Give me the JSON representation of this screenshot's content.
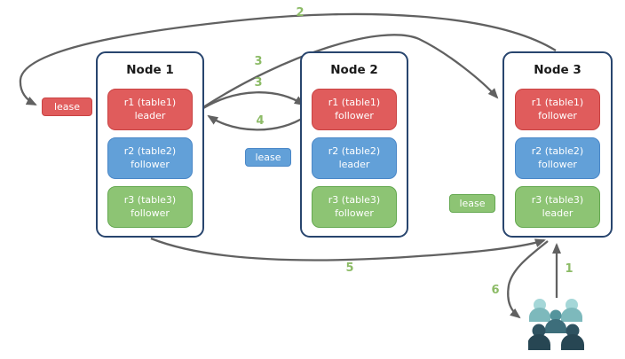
{
  "nodes": [
    {
      "title": "Node 1",
      "replicas": [
        {
          "label": "r1 (table1)",
          "role": "leader",
          "color": "red"
        },
        {
          "label": "r2 (table2)",
          "role": "follower",
          "color": "blue"
        },
        {
          "label": "r3 (table3)",
          "role": "follower",
          "color": "green"
        }
      ]
    },
    {
      "title": "Node 2",
      "replicas": [
        {
          "label": "r1 (table1)",
          "role": "follower",
          "color": "red"
        },
        {
          "label": "r2 (table2)",
          "role": "leader",
          "color": "blue"
        },
        {
          "label": "r3 (table3)",
          "role": "follower",
          "color": "green"
        }
      ]
    },
    {
      "title": "Node 3",
      "replicas": [
        {
          "label": "r1 (table1)",
          "role": "follower",
          "color": "red"
        },
        {
          "label": "r2 (table2)",
          "role": "follower",
          "color": "blue"
        },
        {
          "label": "r3 (table3)",
          "role": "leader",
          "color": "green"
        }
      ]
    }
  ],
  "leases": [
    {
      "label": "lease",
      "color": "red"
    },
    {
      "label": "lease",
      "color": "blue"
    },
    {
      "label": "lease",
      "color": "green"
    }
  ],
  "steps": {
    "s1": "1",
    "s2": "2",
    "s3a": "3",
    "s3b": "3",
    "s4": "4",
    "s5": "5",
    "s6": "6"
  },
  "icons": {
    "users_group": "users-group-icon"
  },
  "colors": {
    "red_fill": "#e05c5c",
    "red_border": "#c94343",
    "blue_fill": "#62a0d8",
    "blue_border": "#4a87c7",
    "green_fill": "#8dc474",
    "green_border": "#64a850",
    "node_border": "#28456e",
    "arrow": "#616161",
    "step_label": "#8cbb66",
    "users_light": "#a5d7d8",
    "users_light_body": "#7db9bc",
    "users_mid_head": "#54949c",
    "users_mid_body": "#3d6e7b",
    "users_dark_head": "#2e5260",
    "users_dark_body": "#274653"
  }
}
